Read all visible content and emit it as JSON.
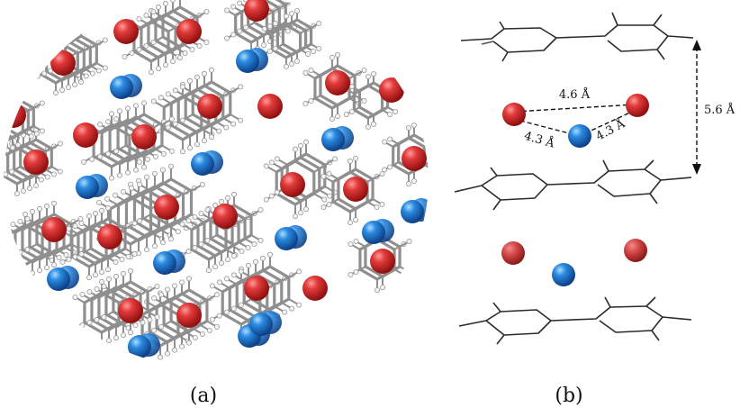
{
  "panels": [
    {
      "id": "a",
      "caption": "(a)"
    },
    {
      "id": "b",
      "caption": "(b)"
    }
  ],
  "distances": {
    "red_red": "4.6 Å",
    "red_blue_left": "4.3 Å",
    "red_blue_right": "4.3 Å",
    "layer_spacing": "5.6 Å"
  },
  "colors": {
    "red_atom": "#d22a2a",
    "blue_atom": "#1f78d1",
    "framework": "#8f8f8f",
    "hydrogen": "#f2f2f2",
    "sheet_line": "#2b2b2b"
  }
}
